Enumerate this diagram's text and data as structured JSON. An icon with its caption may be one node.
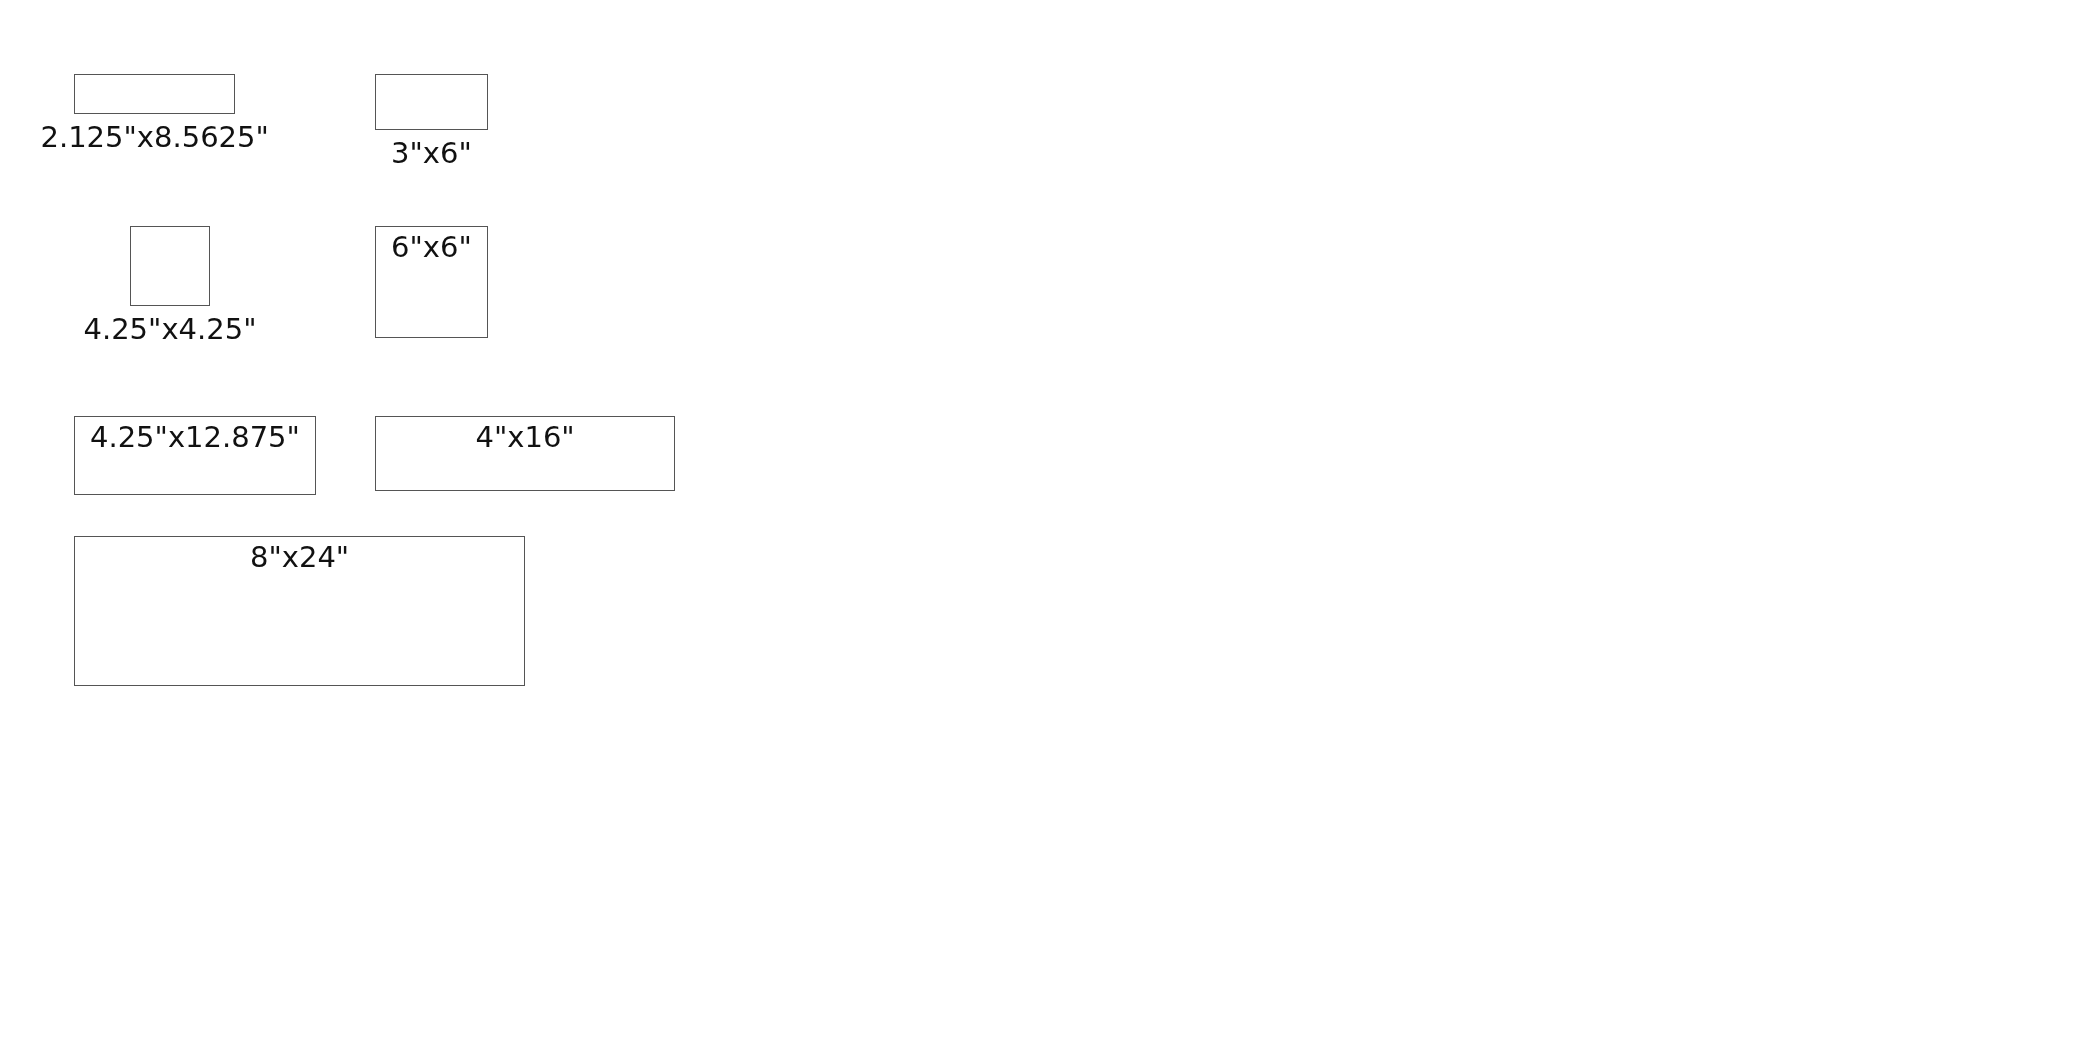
{
  "diagram": {
    "nodes": [
      {
        "text": [
          "2.125\"x8.5625\""
        ]
      },
      {
        "text": [
          "3\"x6\""
        ]
      },
      {
        "text": [
          "4.25\"x4.25\""
        ]
      },
      {
        "text": [
          "6\"x6\""
        ]
      },
      {
        "text": [
          "4.25\"x12.875\""
        ]
      },
      {
        "text": [
          "4\"x16\""
        ]
      },
      {
        "text": [
          "8\"x24\""
        ]
      }
    ]
  }
}
